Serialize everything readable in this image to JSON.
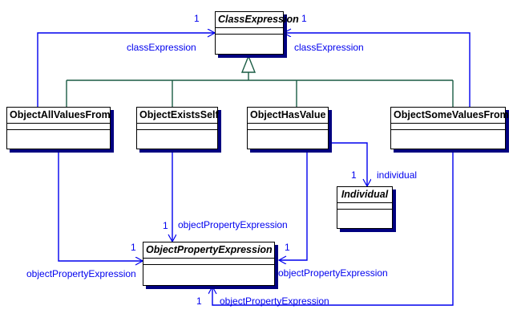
{
  "diagram": {
    "type": "uml-class-diagram",
    "background": "#ffffff",
    "colors": {
      "box_border": "#000000",
      "box_shadow": "#000080",
      "association": "#0000EE",
      "generalization": "#006633",
      "label_text": "#0000EE",
      "class_name_text": "#000000"
    },
    "classes": [
      {
        "id": "class-expression",
        "name": "ClassExpression",
        "abstract": true
      },
      {
        "id": "object-all-values-from",
        "name": "ObjectAllValuesFrom",
        "abstract": false
      },
      {
        "id": "object-exists-self",
        "name": "ObjectExistsSelf",
        "abstract": false
      },
      {
        "id": "object-has-value",
        "name": "ObjectHasValue",
        "abstract": false
      },
      {
        "id": "object-some-values-from",
        "name": "ObjectSomeValuesFrom",
        "abstract": false
      },
      {
        "id": "individual",
        "name": "Individual",
        "abstract": true
      },
      {
        "id": "object-property-expression",
        "name": "ObjectPropertyExpression",
        "abstract": true
      }
    ],
    "generalizations": [
      {
        "from": "object-all-values-from",
        "to": "class-expression"
      },
      {
        "from": "object-exists-self",
        "to": "class-expression"
      },
      {
        "from": "object-has-value",
        "to": "class-expression"
      },
      {
        "from": "object-some-values-from",
        "to": "class-expression"
      }
    ],
    "associations": [
      {
        "id": "assoc-allvalues-classexpression",
        "from": "object-all-values-from",
        "to": "class-expression",
        "role": "classExpression",
        "multiplicity": "1"
      },
      {
        "id": "assoc-somevalues-classexpression",
        "from": "object-some-values-from",
        "to": "class-expression",
        "role": "classExpression",
        "multiplicity": "1"
      },
      {
        "id": "assoc-hasvalue-individual",
        "from": "object-has-value",
        "to": "individual",
        "role": "individual",
        "multiplicity": "1"
      },
      {
        "id": "assoc-existsself-objectpropertyexpression",
        "from": "object-exists-self",
        "to": "object-property-expression",
        "role": "objectPropertyExpression",
        "multiplicity": "1"
      },
      {
        "id": "assoc-allvalues-objectpropertyexpression",
        "from": "object-all-values-from",
        "to": "object-property-expression",
        "role": "objectPropertyExpression",
        "multiplicity": "1"
      },
      {
        "id": "assoc-hasvalue-objectpropertyexpression",
        "from": "object-has-value",
        "to": "object-property-expression",
        "role": "objectPropertyExpression",
        "multiplicity": "1"
      },
      {
        "id": "assoc-somevalues-objectpropertyexpression",
        "from": "object-some-values-from",
        "to": "object-property-expression",
        "role": "objectPropertyExpression",
        "multiplicity": "1"
      }
    ],
    "labels": {
      "class_expression_left": "classExpression",
      "class_expression_right": "classExpression",
      "individual": "individual",
      "ope_top": "objectPropertyExpression",
      "ope_left": "objectPropertyExpression",
      "ope_right": "objectPropertyExpression",
      "ope_bottom": "objectPropertyExpression"
    },
    "multiplicities": {
      "class_expression_left": "1",
      "class_expression_right": "1",
      "individual": "1",
      "ope_top": "1",
      "ope_left": "1",
      "ope_right": "1",
      "ope_bottom": "1"
    }
  }
}
